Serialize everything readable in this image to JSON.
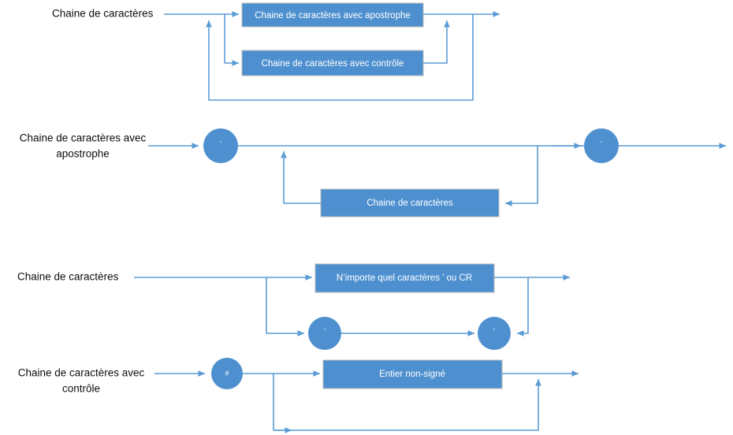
{
  "diagram": {
    "title": "Diagramme syntaxique - Chaine de caracteres",
    "colors": {
      "box_fill": "#4E90CF",
      "line": "#5B9BD5",
      "box_text": "#FFFFFF",
      "rule_text": "#0D0D0D",
      "background": "#FFFFFF"
    },
    "rules": [
      {
        "id": "chaine-de-caracteres-top",
        "label_lines": [
          "Chaine de caractères"
        ],
        "boxes": [
          {
            "name": "chaine-avec-apostrophe",
            "text": "Chaine de caractères avec apostrophe"
          },
          {
            "name": "chaine-avec-controle",
            "text": "Chaine de caractères avec contrôle"
          }
        ],
        "nodes": []
      },
      {
        "id": "chaine-avec-apostrophe",
        "label_lines": [
          "Chaine de caractères avec",
          "apostrophe"
        ],
        "boxes": [
          {
            "name": "chaine-de-caracteres",
            "text": "Chaine de caractères"
          }
        ],
        "nodes": [
          {
            "name": "apostrophe-open",
            "text": "’"
          },
          {
            "name": "apostrophe-close",
            "text": "’"
          }
        ]
      },
      {
        "id": "chaine-de-caracteres",
        "label_lines": [
          "Chaine de caractères"
        ],
        "boxes": [
          {
            "name": "nimporte-quel-caractere",
            "text": "N’importe quel caractères ’ ou CR"
          }
        ],
        "nodes": [
          {
            "name": "apostrophe-left",
            "text": "’"
          },
          {
            "name": "apostrophe-right",
            "text": "’"
          }
        ]
      },
      {
        "id": "chaine-avec-controle",
        "label_lines": [
          "Chaine de caractères avec",
          "contrôle"
        ],
        "boxes": [
          {
            "name": "entier-non-signe",
            "text": "Entier non-signé"
          }
        ],
        "nodes": [
          {
            "name": "hash",
            "text": "#"
          }
        ]
      }
    ]
  }
}
